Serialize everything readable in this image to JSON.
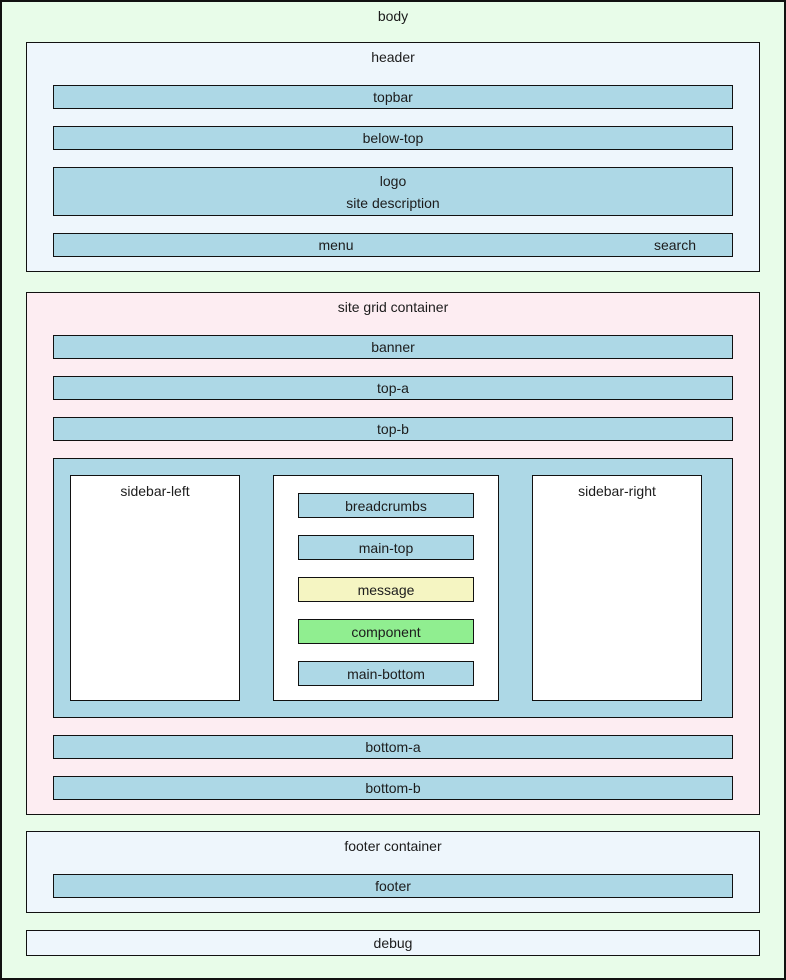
{
  "body_label": "body",
  "header": {
    "label": "header",
    "topbar": "topbar",
    "below_top": "below-top",
    "logo": "logo",
    "site_description": "site description",
    "menu": "menu",
    "search": "search"
  },
  "grid": {
    "label": "site grid container",
    "banner": "banner",
    "top_a": "top-a",
    "top_b": "top-b",
    "sidebar_left": "sidebar-left",
    "sidebar_right": "sidebar-right",
    "breadcrumbs": "breadcrumbs",
    "main_top": "main-top",
    "message": "message",
    "component": "component",
    "main_bottom": "main-bottom",
    "bottom_a": "bottom-a",
    "bottom_b": "bottom-b"
  },
  "footer": {
    "label": "footer container",
    "footer": "footer"
  },
  "debug_label": "debug",
  "colors": {
    "body_bg": "#e8fce9",
    "header_bg": "#eef6fc",
    "grid_bg": "#fdedf2",
    "position_bar": "#add8e6",
    "message_bar": "#f5f5c2",
    "component_bar": "#90ee90",
    "box_bg": "#ffffff",
    "border": "#111111",
    "text": "#1c1c1c"
  }
}
